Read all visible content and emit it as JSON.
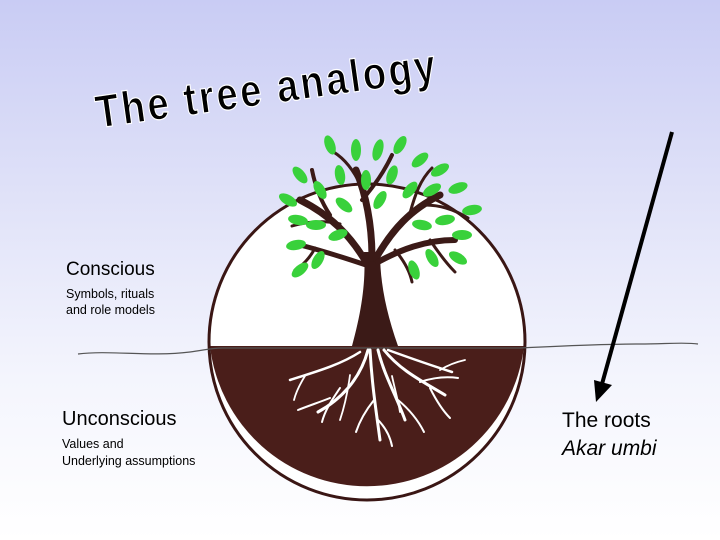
{
  "title": "The tree analogy",
  "conscious": {
    "heading": "Conscious",
    "detail": "Symbols, rituals\nand role models"
  },
  "unconscious": {
    "heading": "Unconscious",
    "detail": "Values and\nUnderlying assumptions"
  },
  "roots": {
    "label": "The roots",
    "translation": "Akar umbi"
  },
  "colors": {
    "background_top": "#c9ccf4",
    "leaf_green": "#39d13b",
    "trunk_brown": "#3b1a17",
    "soil_brown": "#4a1e1a",
    "root_white": "#ffffff"
  }
}
